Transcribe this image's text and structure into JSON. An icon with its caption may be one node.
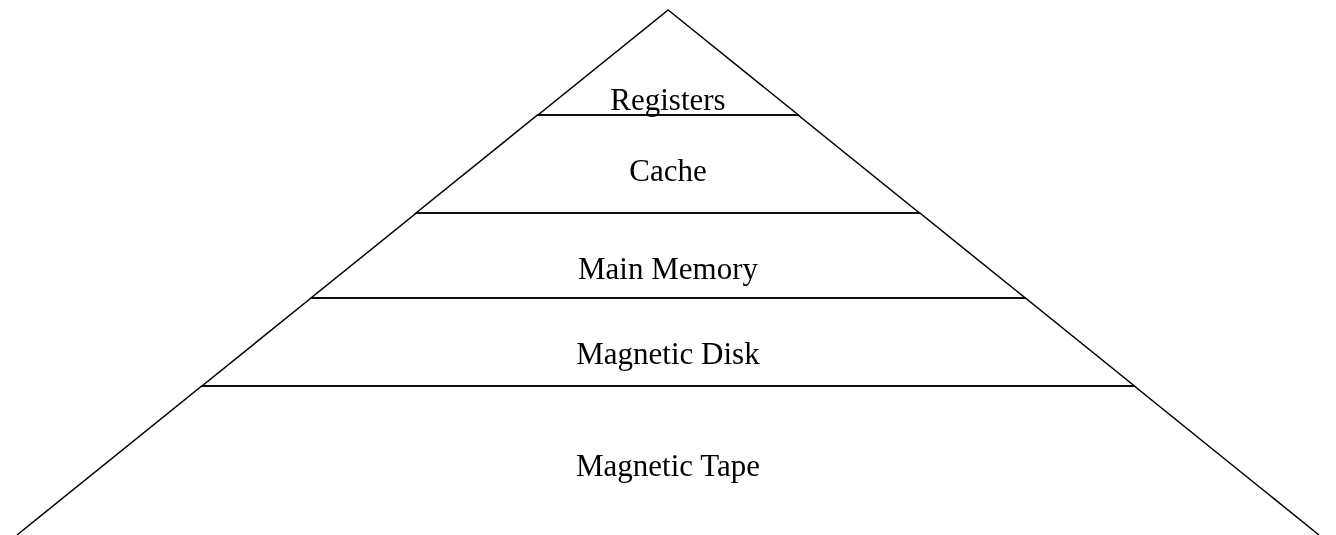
{
  "diagram": {
    "nodes": [
      {
        "text": [
          "Registers"
        ]
      },
      {
        "text": [
          "Cache"
        ]
      },
      {
        "text": [
          "Main Memory"
        ]
      },
      {
        "text": [
          "Magnetic Disk"
        ]
      },
      {
        "text": [
          "Magnetic Tape"
        ]
      }
    ]
  }
}
